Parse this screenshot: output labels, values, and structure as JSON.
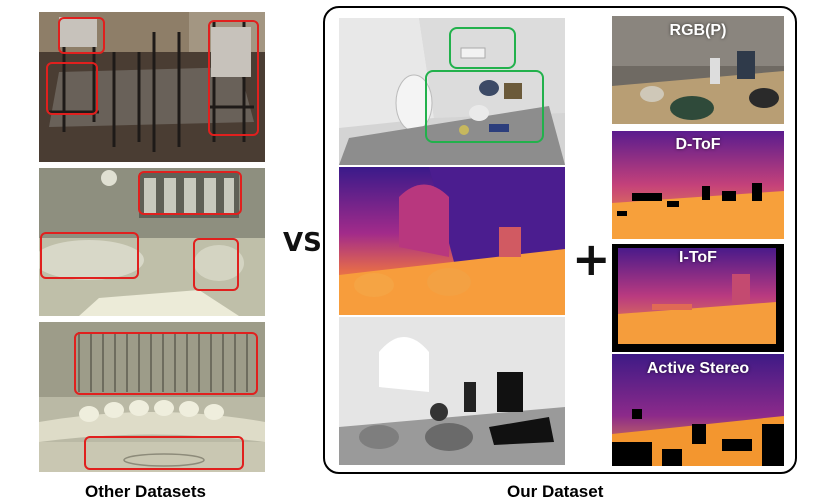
{
  "captions": {
    "other": "Other Datasets",
    "ours": "Our Dataset"
  },
  "vs_label": "VS",
  "plus_label": "+",
  "sensor_labels": {
    "rgb": "RGB(P)",
    "dtof": "D-ToF",
    "itof": "I-ToF",
    "stereo": "Active Stereo"
  },
  "colors": {
    "problem_box": "#e0201e",
    "highlight_box": "#22b14c",
    "frame": "#000000"
  }
}
